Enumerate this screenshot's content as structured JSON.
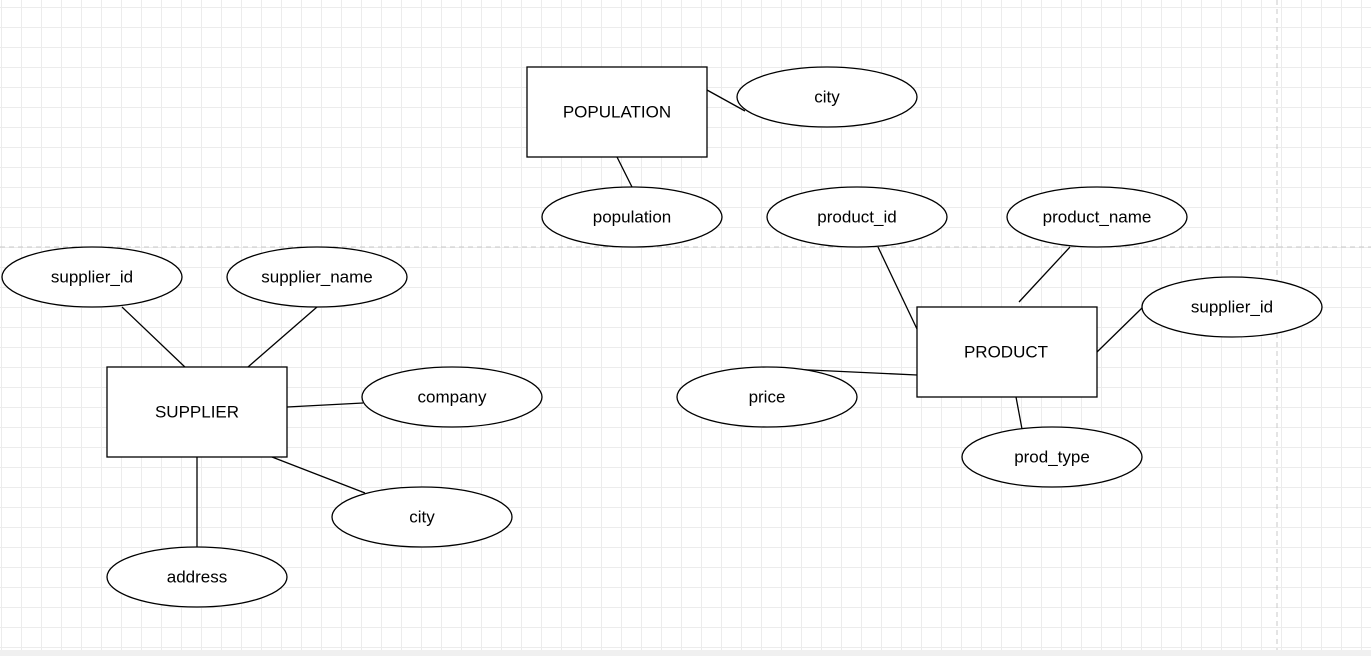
{
  "diagram": {
    "entities": [
      {
        "id": "population",
        "label": "POPULATION"
      },
      {
        "id": "supplier",
        "label": "SUPPLIER"
      },
      {
        "id": "product",
        "label": "PRODUCT"
      }
    ],
    "attributes": [
      {
        "id": "pop_city",
        "label": "city",
        "entity": "population"
      },
      {
        "id": "pop_population",
        "label": "population",
        "entity": "population"
      },
      {
        "id": "sup_supplier_id",
        "label": "supplier_id",
        "entity": "supplier"
      },
      {
        "id": "sup_supplier_name",
        "label": "supplier_name",
        "entity": "supplier"
      },
      {
        "id": "sup_company",
        "label": "company",
        "entity": "supplier"
      },
      {
        "id": "sup_city",
        "label": "city",
        "entity": "supplier"
      },
      {
        "id": "sup_address",
        "label": "address",
        "entity": "supplier"
      },
      {
        "id": "prod_product_id",
        "label": "product_id",
        "entity": "product"
      },
      {
        "id": "prod_product_name",
        "label": "product_name",
        "entity": "product"
      },
      {
        "id": "prod_supplier_id",
        "label": "supplier_id",
        "entity": "product"
      },
      {
        "id": "prod_price",
        "label": "price",
        "entity": "product"
      },
      {
        "id": "prod_prod_type",
        "label": "prod_type",
        "entity": "product"
      }
    ]
  }
}
